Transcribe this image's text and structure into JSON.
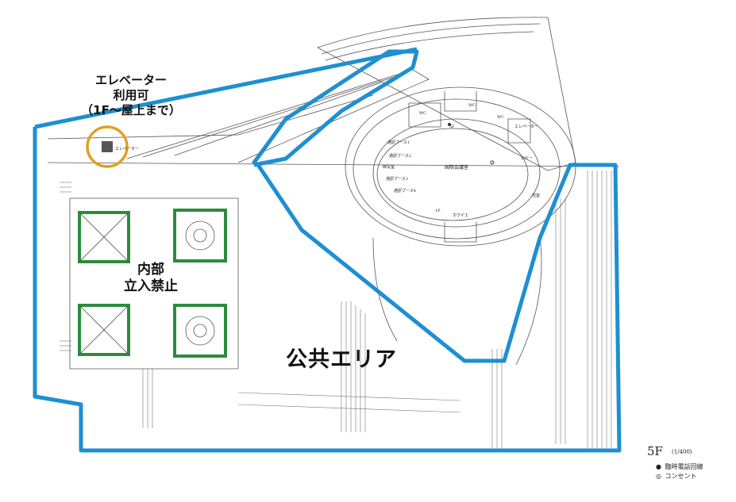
{
  "labels": {
    "elevator_note": [
      "エレベーター",
      "利用可",
      "（1F～屋上まで）"
    ],
    "restricted": [
      "内部",
      "立入禁止"
    ],
    "public_area": "公共エリア"
  },
  "room_labels": {
    "conference_room": "国際会議室",
    "booth1": "通訳ブース1",
    "booth2": "通訳ブース2",
    "booth3": "通訳ブース3",
    "booth4": "通訳ブース4",
    "video": "映写室",
    "elevator_hall": "エレベーター",
    "elevator_hall_cap": "エレベーター",
    "foyer": "ホワイエ",
    "green_room": "控室",
    "wc1": "WC",
    "wc2": "WC",
    "wc3": "WC",
    "stair_5f": "5F",
    "stair_1p": "1P",
    "lobby": "ロビー"
  },
  "floor": {
    "name": "5F",
    "scale": "(1/400)"
  },
  "legend": [
    {
      "symbol": "●",
      "label": "臨時電話回線"
    },
    {
      "symbol": "◎",
      "label": "コンセント"
    }
  ],
  "colors": {
    "public_outline": "#1e8fd1",
    "restricted_box": "#2e8b3e",
    "elevator_circle": "#e0a020",
    "line": "#444444"
  }
}
